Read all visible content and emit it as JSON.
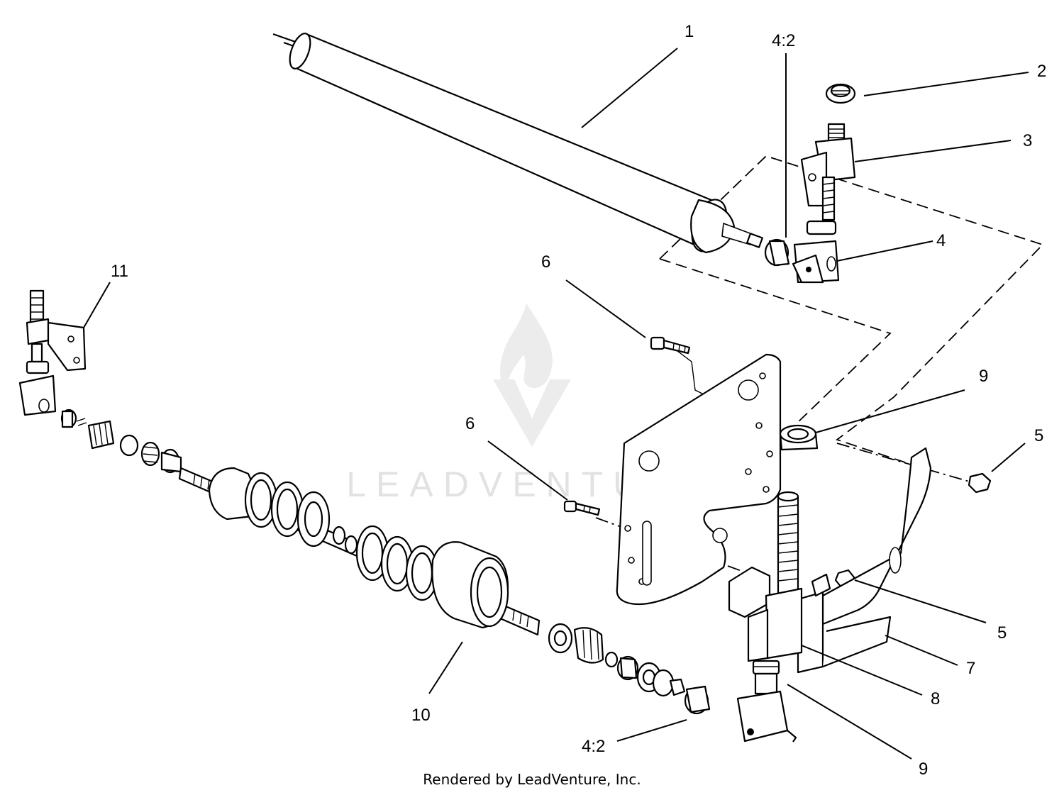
{
  "watermark": {
    "text": "LEADVENTURE"
  },
  "callouts": {
    "c1": "1",
    "c2": "2",
    "c3": "3",
    "c4": "4",
    "c4_2_top": "4:2",
    "c4_2_bottom": "4:2",
    "c5_top": "5",
    "c5_bottom": "5",
    "c6_top": "6",
    "c6_bottom": "6",
    "c7": "7",
    "c8": "8",
    "c9_top": "9",
    "c9_bottom": "9",
    "c10": "10",
    "c11": "11"
  },
  "footer": {
    "text": "Rendered by LeadVenture, Inc."
  },
  "colors": {
    "line": "#000000",
    "background": "#ffffff",
    "watermark": "#e2e2e2"
  }
}
